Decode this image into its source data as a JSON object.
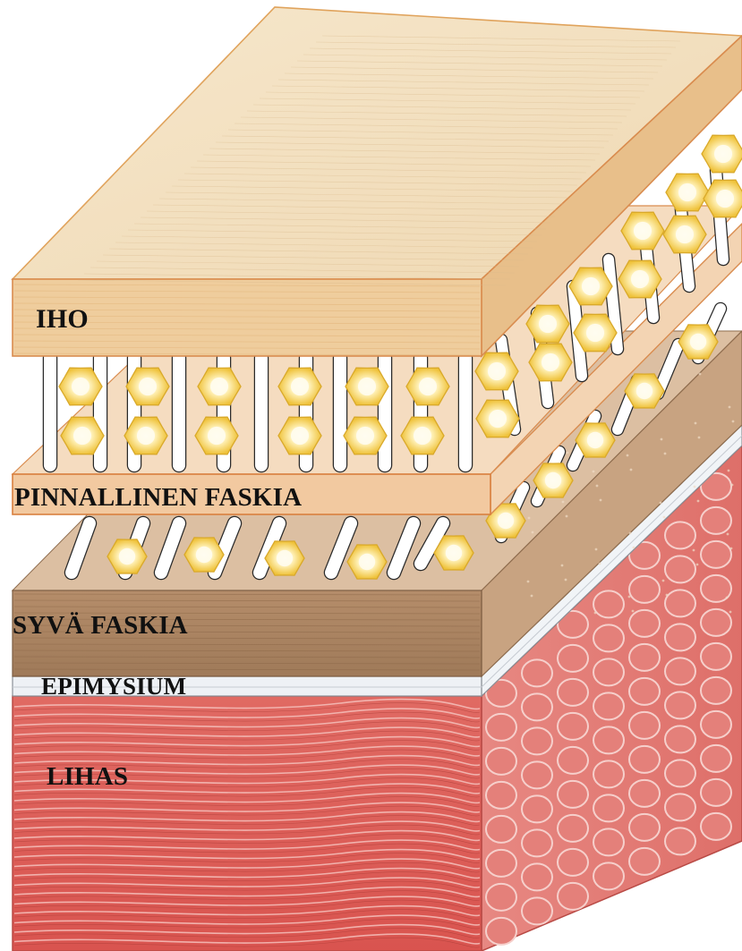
{
  "labels": {
    "skin": "IHO",
    "superficial_fascia": "PINNALLINEN FASKIA",
    "deep_fascia": "SYVÄ FASKIA",
    "epimysium": "EPIMYSIUM",
    "muscle": "LIHAS"
  },
  "colors": {
    "skin_top": "#f3e3c6",
    "skin_front": "#ecc997",
    "skin_side": "#e3b57e",
    "superficial_front": "#f0c49a",
    "superficial_side": "#f2d3b0",
    "deep_fascia_top": "#d9b898",
    "deep_fascia_front": "#a88260",
    "deep_fascia_side": "#c49e7c",
    "epimysium": "#eef1f5",
    "muscle_front": "#d9605a",
    "muscle_side": "#e3807a",
    "fat_lobule": "#f2cf52",
    "fat_lobule_center": "#fff8dc"
  }
}
